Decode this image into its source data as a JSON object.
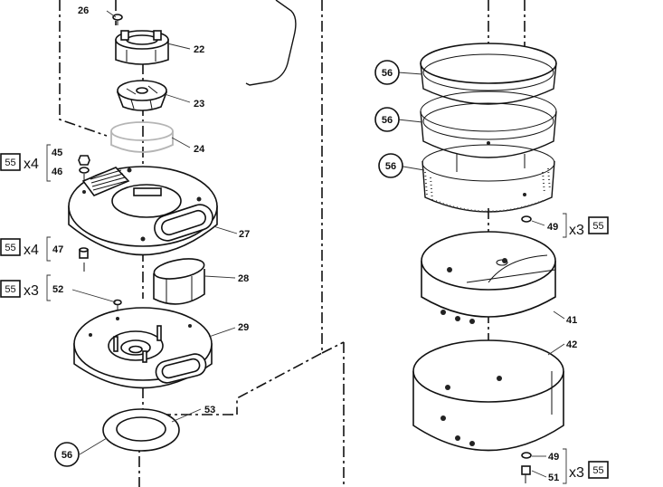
{
  "part_labels": {
    "p26": "26",
    "p22": "22",
    "p23": "23",
    "p24": "24",
    "p45": "45",
    "p46": "46",
    "p27": "27",
    "p47": "47",
    "p28": "28",
    "p52": "52",
    "p29": "29",
    "p53": "53",
    "p56_bottom": "56",
    "p56_a": "56",
    "p56_b": "56",
    "p56_c": "56",
    "p49_top": "49",
    "p41": "41",
    "p42": "42",
    "p49_bottom": "49",
    "p51": "51"
  },
  "quantity_callouts": [
    {
      "box": "55",
      "qty": "x4"
    },
    {
      "box": "55",
      "qty": "x4"
    },
    {
      "box": "55",
      "qty": "x3"
    },
    {
      "box": "55",
      "qty": "x3"
    },
    {
      "box": "55",
      "qty": "x3"
    }
  ]
}
